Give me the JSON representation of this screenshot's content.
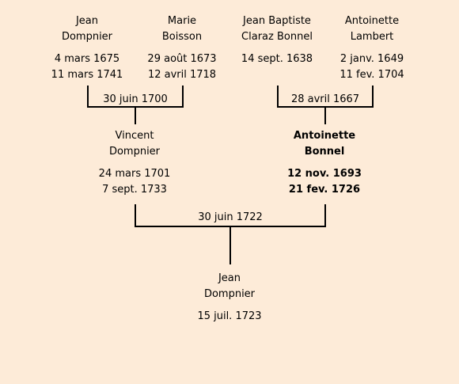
{
  "persons": {
    "p1": {
      "first": "Jean",
      "last": "Dompnier",
      "birth": "4 mars 1675",
      "death": "11 mars 1741"
    },
    "p2": {
      "first": "Marie",
      "last": "Boisson",
      "birth": "29 août 1673",
      "death": "12 avril 1718"
    },
    "p3": {
      "first": "Jean Baptiste",
      "last": "Claraz Bonnel",
      "birth": "14 sept. 1638",
      "death": ""
    },
    "p4": {
      "first": "Antoinette",
      "last": "Lambert",
      "birth": "2 janv. 1649",
      "death": "11 fev. 1704"
    },
    "p5": {
      "first": "Vincent",
      "last": "Dompnier",
      "birth": "24 mars 1701",
      "death": "7 sept. 1733"
    },
    "p6": {
      "first": "Antoinette",
      "last": "Bonnel",
      "birth": "12 nov. 1693",
      "death": "21 fev. 1726"
    },
    "p7": {
      "first": "Jean",
      "last": "Dompnier",
      "birth": "15 juil. 1723",
      "death": ""
    }
  },
  "marriages": {
    "m1": "30 juin 1700",
    "m2": "28 avril 1667",
    "m3": "30 juin 1722"
  },
  "highlight_person": "p6"
}
